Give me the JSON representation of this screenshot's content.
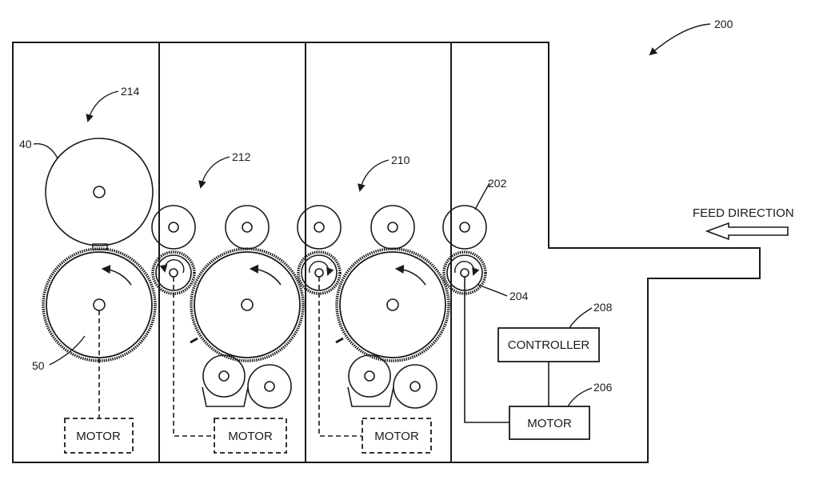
{
  "diagram": {
    "refs": {
      "r200": "200",
      "r214": "214",
      "r212": "212",
      "r210": "210",
      "r202": "202",
      "r204": "204",
      "r208": "208",
      "r206": "206",
      "r40": "40",
      "r50": "50"
    },
    "feed_direction": "FEED DIRECTION",
    "controller": "CONTROLLER",
    "motor_main": "MOTOR",
    "motor_1": "MOTOR",
    "motor_2": "MOTOR",
    "motor_3": "MOTOR"
  }
}
